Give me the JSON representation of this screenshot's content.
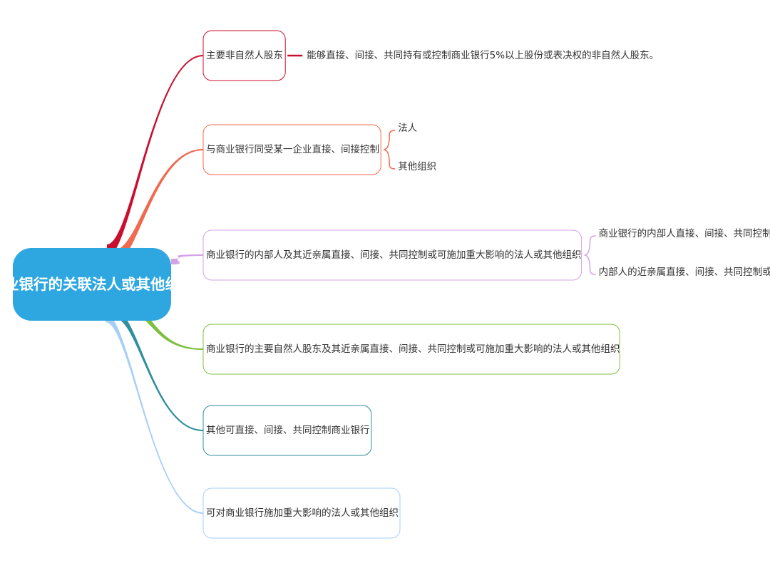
{
  "root": {
    "label": "商业银行的关联法人或其他组织",
    "color": "#2ea7e0"
  },
  "branches": [
    {
      "label": "主要非自然人股东",
      "color": "#c8102e",
      "children": [
        "能够直接、间接、共同持有或控制商业银行5%以上股份或表决权的非自然人股东。"
      ]
    },
    {
      "label": "与商业银行同受某一企业直接、间接控制",
      "color": "#ef6a51",
      "children": [
        "法人",
        "其他组织"
      ]
    },
    {
      "label": "商业银行的内部人及其近亲属直接、间接、共同控制或可施加重大影响的法人或其他组织",
      "color": "#d4a2e6",
      "children": [
        "商业银行的内部人直接、间接、共同控制或可施加重大影响的法人或其他组织",
        "内部人的近亲属直接、间接、共同控制或可施加重大影响的法人或其他组织"
      ]
    },
    {
      "label": "商业银行的主要自然人股东及其近亲属直接、间接、共同控制或可施加重大影响的法人或其他组织",
      "color": "#7fbf3f",
      "children": []
    },
    {
      "label": "其他可直接、间接、共同控制商业银行",
      "color": "#2f8f9d",
      "children": []
    },
    {
      "label": "可对商业银行施加重大影响的法人或其他组织",
      "color": "#a6cff7",
      "children": []
    }
  ]
}
